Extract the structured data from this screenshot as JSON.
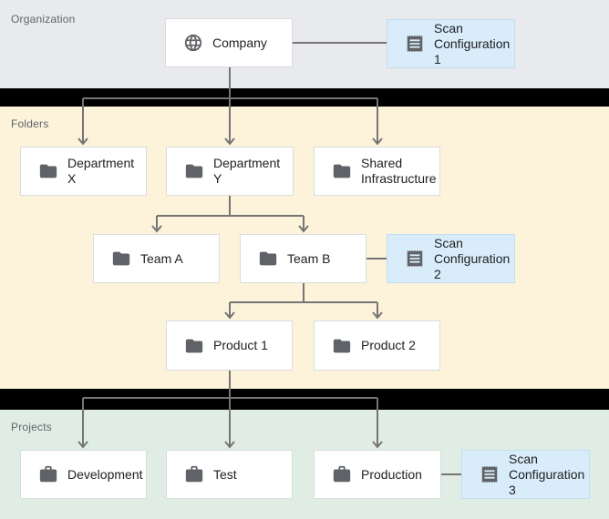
{
  "bands": {
    "organization": {
      "label": "Organization",
      "bg": "#e8eaed"
    },
    "folders": {
      "label": "Folders",
      "bg": "#fcf3da"
    },
    "projects": {
      "label": "Projects",
      "bg": "#e0ede4"
    }
  },
  "colors": {
    "separator": "#000000",
    "connector_line": "#757575",
    "node_bg": "#ffffff",
    "node_border": "#dadce0",
    "scan_node_bg": "#d9ecfa",
    "scan_node_border": "#c3ddf0",
    "icon": "#5f6368",
    "node_text": "#202124",
    "band_label_text": "#5f6368"
  },
  "nodes": {
    "company": {
      "label": "Company",
      "icon": "globe-icon"
    },
    "scan_config_1": {
      "label": "Scan\nConfiguration 1",
      "icon": "receipt-icon"
    },
    "department_x": {
      "label": "Department X",
      "icon": "folder-icon"
    },
    "department_y": {
      "label": "Department Y",
      "icon": "folder-icon"
    },
    "shared_infrastructure": {
      "label": "Shared\nInfrastructure",
      "icon": "folder-icon"
    },
    "team_a": {
      "label": "Team A",
      "icon": "folder-icon"
    },
    "team_b": {
      "label": "Team B",
      "icon": "folder-icon"
    },
    "scan_config_2": {
      "label": "Scan\nConfiguration 2",
      "icon": "receipt-icon"
    },
    "product_1": {
      "label": "Product 1",
      "icon": "folder-icon"
    },
    "product_2": {
      "label": "Product 2",
      "icon": "folder-icon"
    },
    "development": {
      "label": "Development",
      "icon": "briefcase-icon"
    },
    "test": {
      "label": "Test",
      "icon": "briefcase-icon"
    },
    "production": {
      "label": "Production",
      "icon": "briefcase-icon"
    },
    "scan_config_3": {
      "label": "Scan\nConfiguration 3",
      "icon": "receipt-icon"
    }
  },
  "edges": [
    {
      "from": "company",
      "to": "scan_config_1",
      "type": "association"
    },
    {
      "from": "company",
      "to": "department_x",
      "type": "hierarchy"
    },
    {
      "from": "company",
      "to": "department_y",
      "type": "hierarchy"
    },
    {
      "from": "company",
      "to": "shared_infrastructure",
      "type": "hierarchy"
    },
    {
      "from": "department_y",
      "to": "team_a",
      "type": "hierarchy"
    },
    {
      "from": "department_y",
      "to": "team_b",
      "type": "hierarchy"
    },
    {
      "from": "team_b",
      "to": "scan_config_2",
      "type": "association"
    },
    {
      "from": "team_b",
      "to": "product_1",
      "type": "hierarchy"
    },
    {
      "from": "team_b",
      "to": "product_2",
      "type": "hierarchy"
    },
    {
      "from": "product_1",
      "to": "development",
      "type": "hierarchy"
    },
    {
      "from": "product_1",
      "to": "test",
      "type": "hierarchy"
    },
    {
      "from": "product_1",
      "to": "production",
      "type": "hierarchy"
    },
    {
      "from": "production",
      "to": "scan_config_3",
      "type": "association"
    }
  ]
}
